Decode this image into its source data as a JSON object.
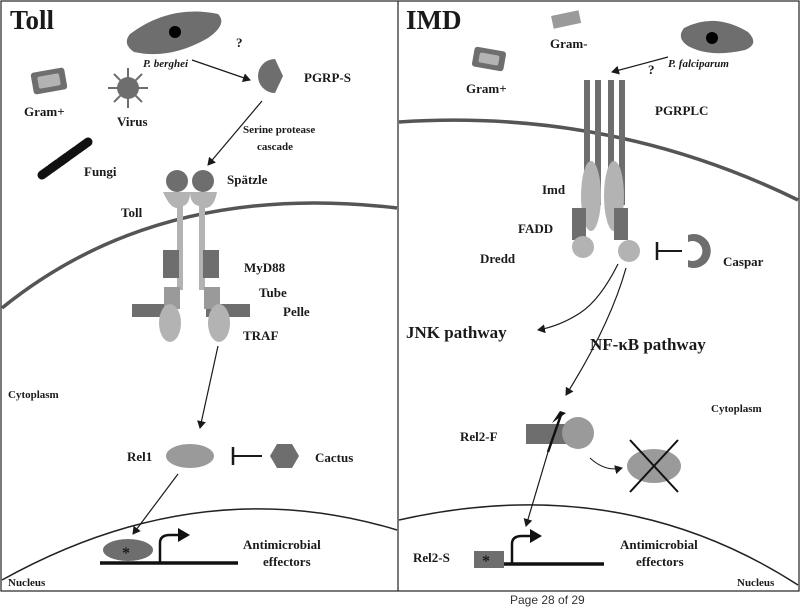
{
  "colors": {
    "dark_gray": "#6e6e6e",
    "light_gray": "#b3b3b3",
    "mid_gray": "#9a9a9a",
    "line": "#1a1a1a"
  },
  "toll": {
    "title": "Toll",
    "p_berghei": "P. berghei",
    "question": "?",
    "pgrp_s": "PGRP-S",
    "gram_plus": "Gram+",
    "virus": "Virus",
    "fungi": "Fungi",
    "serine_line1": "Serine protease",
    "serine_line2": "cascade",
    "spatzle": "Spätzle",
    "toll_receptor": "Toll",
    "myd88": "MyD88",
    "tube": "Tube",
    "pelle": "Pelle",
    "traf": "TRAF",
    "cytoplasm": "Cytoplasm",
    "rel1": "Rel1",
    "cactus": "Cactus",
    "star": "*",
    "effectors_line1": "Antimicrobial",
    "effectors_line2": "effectors",
    "nucleus": "Nucleus"
  },
  "imd": {
    "title": "IMD",
    "gram_minus": "Gram-",
    "gram_plus": "Gram+",
    "p_falciparum": "P. falciparum",
    "question": "?",
    "pgrplc": "PGRPLC",
    "imd": "Imd",
    "fadd": "FADD",
    "dredd": "Dredd",
    "caspar": "Caspar",
    "jnk": "JNK pathway",
    "nfkb": "NF-κB pathway",
    "rel2f": "Rel2-F",
    "cytoplasm": "Cytoplasm",
    "rel2s": "Rel2-S",
    "star": "*",
    "effectors_line1": "Antimicrobial",
    "effectors_line2": "effectors",
    "nucleus": "Nucleus"
  },
  "footer": {
    "page": "Page 28 of 29"
  }
}
